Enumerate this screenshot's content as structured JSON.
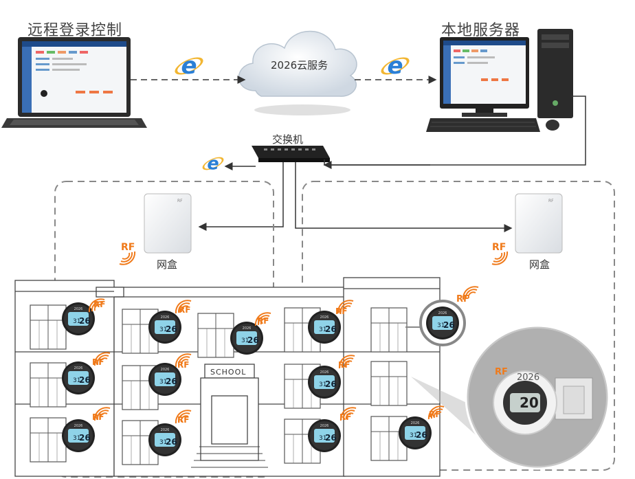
{
  "titles": {
    "remote": "远程登录控制",
    "local": "本地服务器"
  },
  "cloud": {
    "label": "2026云服务"
  },
  "switch": {
    "label": "交换机"
  },
  "gateways": [
    {
      "label": "网盒",
      "rf": "RF"
    },
    {
      "label": "网盒",
      "rf": "RF"
    }
  ],
  "building": {
    "sign": "SCHOOL"
  },
  "thermostat": {
    "brand": "2026",
    "temp_big": "26",
    "temp_small": "31",
    "rf": "RF"
  },
  "zoom": {
    "brand": "2026",
    "temp": "20",
    "rf": "RF"
  },
  "colors": {
    "ie_blue": "#2a7fd6",
    "rf_orange": "#f07a1a",
    "line": "#333333",
    "dash_box": "#888888"
  }
}
